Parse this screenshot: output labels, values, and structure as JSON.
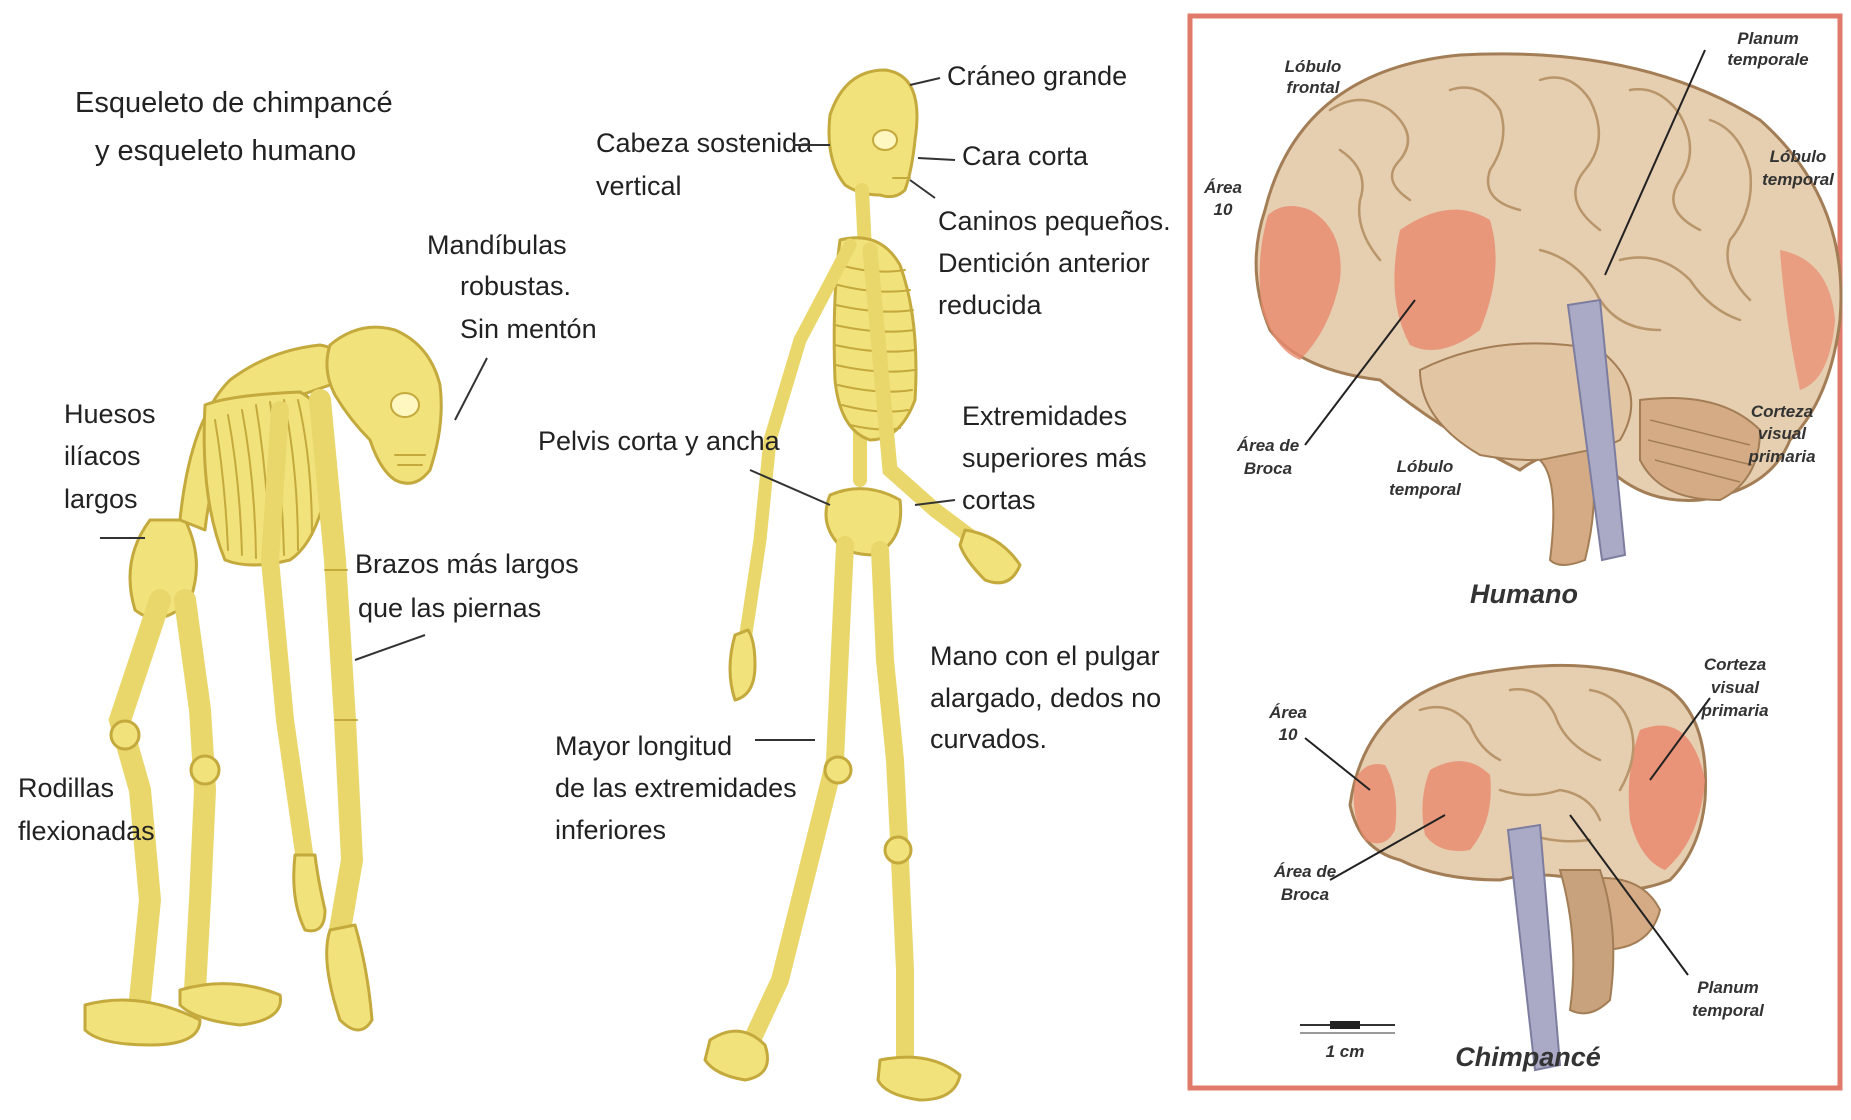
{
  "skeleton": {
    "title_line1": "Esqueleto de chimpancé",
    "title_line2": "y esqueleto humano",
    "chimp_labels": {
      "mandibulas_1": "Mandíbulas",
      "mandibulas_2": "robustas.",
      "mandibulas_3": "Sin mentón",
      "huesos_1": "Huesos",
      "huesos_2": "ilíacos",
      "huesos_3": "largos",
      "brazos_1": "Brazos más largos",
      "brazos_2": "que las piernas",
      "rodillas_1": "Rodillas",
      "rodillas_2": "flexionadas"
    },
    "human_labels": {
      "craneo": "Cráneo grande",
      "cabeza_1": "Cabeza sostenida",
      "cabeza_2": "vertical",
      "cara": "Cara corta",
      "caninos_1": "Caninos pequeños.",
      "caninos_2": "Dentición anterior",
      "caninos_3": "reducida",
      "pelvis": "Pelvis corta y ancha",
      "extremidades_1": "Extremidades",
      "extremidades_2": "superiores más",
      "extremidades_3": "cortas",
      "mano_1": "Mano con el pulgar",
      "mano_2": "alargado, dedos no",
      "mano_3": "curvados.",
      "mayor_1": "Mayor longitud",
      "mayor_2": "de las extremidades",
      "mayor_3": "inferiores"
    }
  },
  "brains": {
    "border_color": "#e07a6a",
    "human": {
      "caption": "Humano",
      "lobulo_frontal_1": "Lóbulo",
      "lobulo_frontal_2": "frontal",
      "planum_1": "Planum",
      "planum_2": "temporale",
      "lobulo_temporal_r_1": "Lóbulo",
      "lobulo_temporal_r_2": "temporal",
      "area10_1": "Área",
      "area10_2": "10",
      "broca_1": "Área de",
      "broca_2": "Broca",
      "lobulo_temporal_1": "Lóbulo",
      "lobulo_temporal_2": "temporal",
      "corteza_1": "Corteza",
      "corteza_2": "visual",
      "corteza_3": "primaria"
    },
    "chimp": {
      "caption": "Chimpancé",
      "area10_1": "Área",
      "area10_2": "10",
      "broca_1": "Área de",
      "broca_2": "Broca",
      "corteza_1": "Corteza",
      "corteza_2": "visual",
      "corteza_3": "primaria",
      "planum_1": "Planum",
      "planum_2": "temporal"
    },
    "scale_label": "1 cm"
  }
}
